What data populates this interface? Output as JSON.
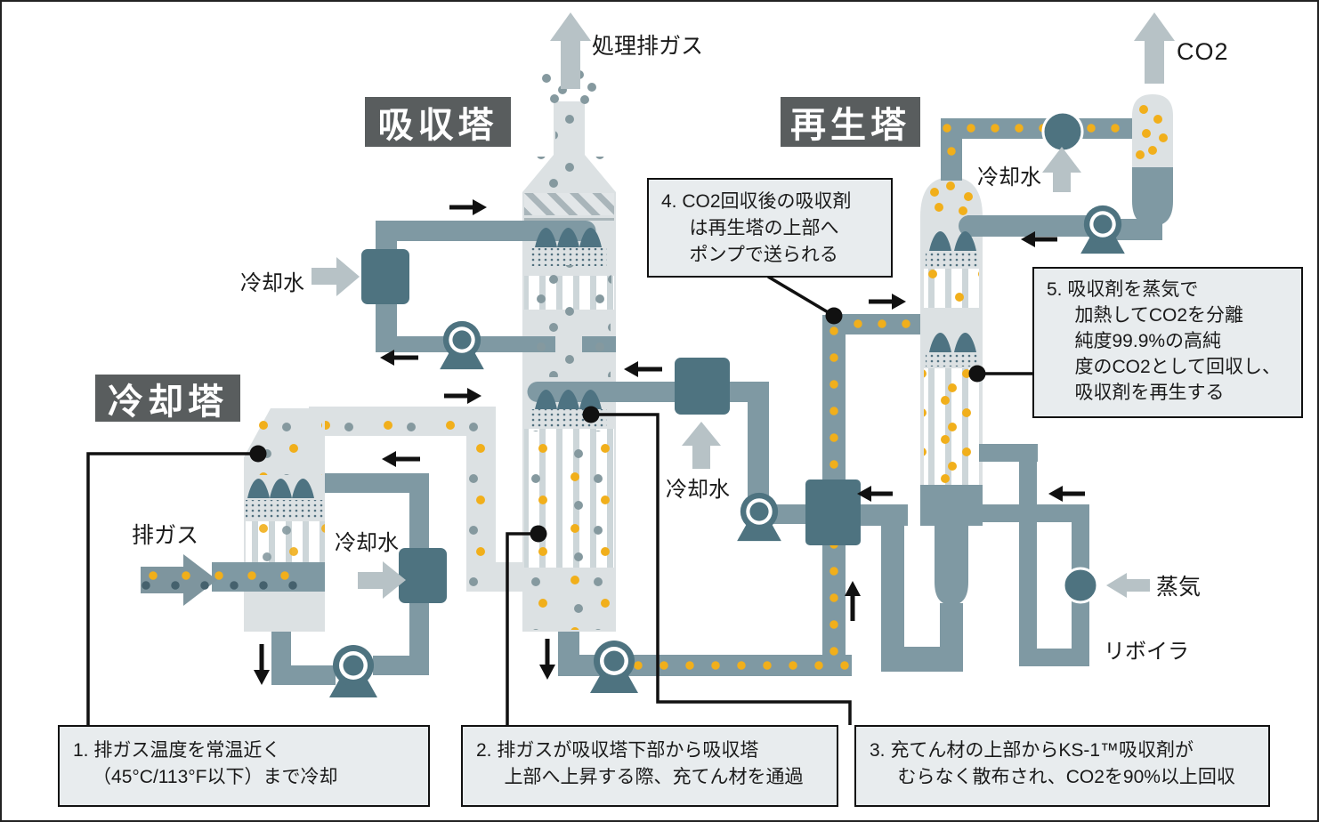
{
  "towers": {
    "absorber": "吸収塔",
    "regenerator": "再生塔",
    "cooling": "冷却塔"
  },
  "labels": {
    "treated_gas": "処理排ガス",
    "co2": "CO2",
    "cooling_water": "冷却水",
    "flue_gas": "排ガス",
    "steam": "蒸気",
    "reboiler": "リボイラ"
  },
  "steps": [
    {
      "lines": [
        "1. 排ガス温度を常温近く",
        "（45°C/113°F以下）まで冷却"
      ]
    },
    {
      "lines": [
        "2. 排ガスが吸収塔下部から吸収塔",
        "上部へ上昇する際、充てん材を通過"
      ]
    },
    {
      "lines": [
        "3. 充てん材の上部からKS-1™吸収剤が",
        "むらなく散布され、CO2を90%以上回収"
      ]
    },
    {
      "lines": [
        "4. CO2回収後の吸収剤",
        "は再生塔の上部へ",
        "ポンプで送られる"
      ]
    },
    {
      "lines": [
        "5. 吸収剤を蒸気で",
        "加熱してCO2を分離",
        "純度99.9%の高純",
        "度のCO2として回収し、",
        "吸収剤を再生する"
      ]
    }
  ],
  "colors": {
    "pipe": "#7f99a3",
    "dark_teal": "#4e7380",
    "vessel_light": "#dce1e3",
    "yellow_dot": "#f1af1b",
    "gray_dot": "#85999f",
    "label_bg": "#595d5e",
    "callout_bg": "#e8ecee",
    "light_arrow": "#b7c2c6",
    "black": "#111111"
  }
}
